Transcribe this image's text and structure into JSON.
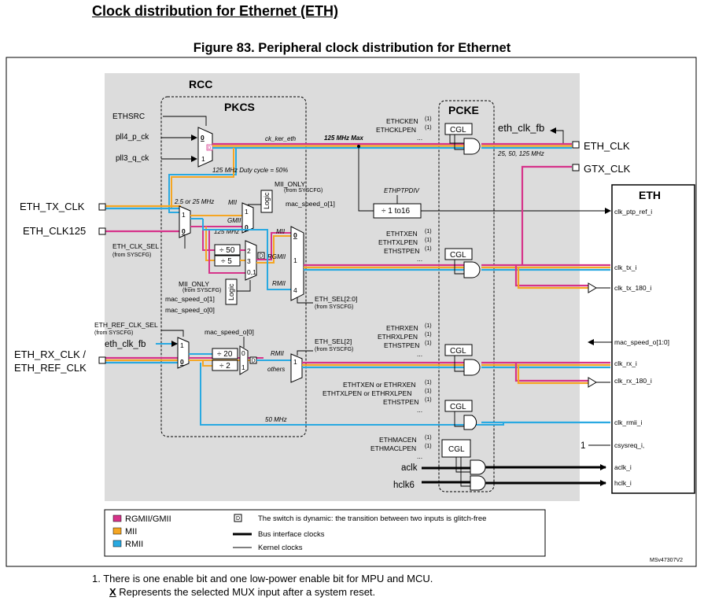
{
  "heading": "Clock distribution for Ethernet (ETH)",
  "figure_title": "Figure 83. Peripheral clock distribution for Ethernet",
  "blocks": {
    "rcc": "RCC",
    "pkcs": "PKCS",
    "pcke": "PCKE",
    "eth": "ETH",
    "cgl": "CGL",
    "logic": "Logic",
    "dyn": "D"
  },
  "colors": {
    "rgmii": "#d6338a",
    "mii": "#f5a623",
    "rmii": "#29a9e1",
    "rcc_bg": "#dcdcdc"
  },
  "inputs": {
    "ethsrc": "ETHSRC",
    "pll4": "pll4_p_ck",
    "pll3": "pll3_q_ck",
    "tx_clk": "ETH_TX_CLK",
    "clk125": "ETH_CLK125",
    "rx_clk_1": "ETH_RX_CLK /",
    "rx_clk_2": "ETH_REF_CLK",
    "aclk": "aclk",
    "hclk6": "hclk6"
  },
  "outputs": {
    "eth_clk_fb": "eth_clk_fb",
    "eth_clk": "ETH_CLK",
    "gtx_clk": "GTX_CLK",
    "freqs": "25, 50, 125 MHz"
  },
  "labels": {
    "ck_ker_eth": "ck_ker_eth",
    "max125": "125 MHz Max",
    "duty": "125 MHz Duty cycle = 50%",
    "f2_5_25": "2.5 or 25 MHz",
    "mii": "MII",
    "gmii": "GMII",
    "f125": "125 MHz",
    "mii_only": "MII_ONLY",
    "from_syscfg": "(from SYSCFG)",
    "mac_speed_1": "mac_speed_o[1]",
    "mac_speed_0": "mac_speed_o[0]",
    "mac_speed_0b": "mac_speed_o[0]",
    "eth_clk_sel": "ETH_CLK_SEL",
    "eth_ref_clk_sel": "ETH_REF_CLK_SEL",
    "div50": "÷ 50",
    "div5": "÷ 5",
    "div20": "÷ 20",
    "div2": "÷ 2",
    "rgmii": "RGMII",
    "rmii": "RMII",
    "eth_sel": "ETH_SEL[2:0]",
    "eth_sel2": "ETH_SEL[2]",
    "others": "others",
    "f50": "50 MHz",
    "eth_clk_fb_in": "eth_clk_fb",
    "ethptpdiv": "ETHPTPDIV",
    "div1to16": "÷ 1 to16",
    "ellipsis": "..."
  },
  "mux_inputs": {
    "m1_0": "0",
    "m1_1": "1",
    "m2_1": "1",
    "m2_0": "0",
    "m3_1": "1",
    "m3_0": "0",
    "m4_2": "2",
    "m4_3": "3",
    "m4_01": "0,1",
    "m5_0": "0",
    "m5_1": "1",
    "m5_4": "4",
    "m6_1": "1",
    "m6_0": "0",
    "m7_0": "0",
    "m7_1": "1",
    "m8_1": "1"
  },
  "enables": {
    "g1a": "ETHCKEN",
    "g1b": "ETHCKLPEN",
    "g2a": "ETHTXEN",
    "g2b": "ETHTXLPEN",
    "g2c": "ETHSTPEN",
    "g3a": "ETHRXEN",
    "g3b": "ETHRXLPEN",
    "g3c": "ETHSTPEN",
    "g4a": "ETHTXEN or ETHRXEN",
    "g4b": "ETHTXLPEN or ETHRXLPEN",
    "g4c": "ETHSTPEN",
    "g5a": "ETHMACEN",
    "g5b": "ETHMACLPEN",
    "note_mark": "(1)"
  },
  "eth_ports": {
    "clk_ptp_ref_i": "clk_ptp_ref_i",
    "clk_tx_i": "clk_tx_i",
    "clk_tx_180_i": "clk_tx_180_i",
    "mac_speed": "mac_speed_o[1:0]",
    "clk_rx_i": "clk_rx_i",
    "clk_rx_180_i": "clk_rx_180_i",
    "clk_rmii_i": "clk_rmii_i",
    "one": "1",
    "csysreq_i": "csysreq_i,",
    "aclk_i": "aclk_i",
    "hclk_i": "hclk_i"
  },
  "legend": {
    "rgmii": "RGMII/GMII",
    "mii": "MII",
    "rmii": "RMII",
    "d_note": "The switch is dynamic: the transition between two inputs is glitch-free",
    "bus": "Bus interface clocks",
    "kernel": "Kernel clocks"
  },
  "doc_id": "MSv47307V2",
  "footnote_1": "1.   There is one enable bit and one low-power enable bit for MPU and MCU.",
  "footnote_2_x": "X",
  "footnote_2_text": " Represents the selected MUX input after a system reset."
}
